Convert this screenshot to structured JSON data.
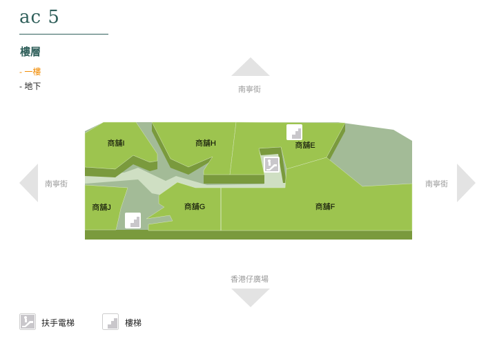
{
  "header": {
    "title": "ac 5"
  },
  "floors": {
    "heading": "樓層",
    "items": [
      {
        "label": "- 一樓",
        "active": true
      },
      {
        "label": "- 地下",
        "active": false
      }
    ]
  },
  "directions": {
    "north": "南寧街",
    "west": "南寧街",
    "east": "南寧街",
    "south": "香港仔廣場"
  },
  "map": {
    "shops": {
      "I": "商舖I",
      "H": "商舖H",
      "E": "商舖E",
      "J": "商舖J",
      "G": "商舖G",
      "F": "商舖F"
    }
  },
  "legend": {
    "escalator": "扶手電梯",
    "stairs": "樓梯"
  },
  "colors": {
    "active": "#f08a00",
    "accent": "#2f5f5a",
    "shop": "#9dc44f",
    "wall": "#7a9a3d"
  }
}
